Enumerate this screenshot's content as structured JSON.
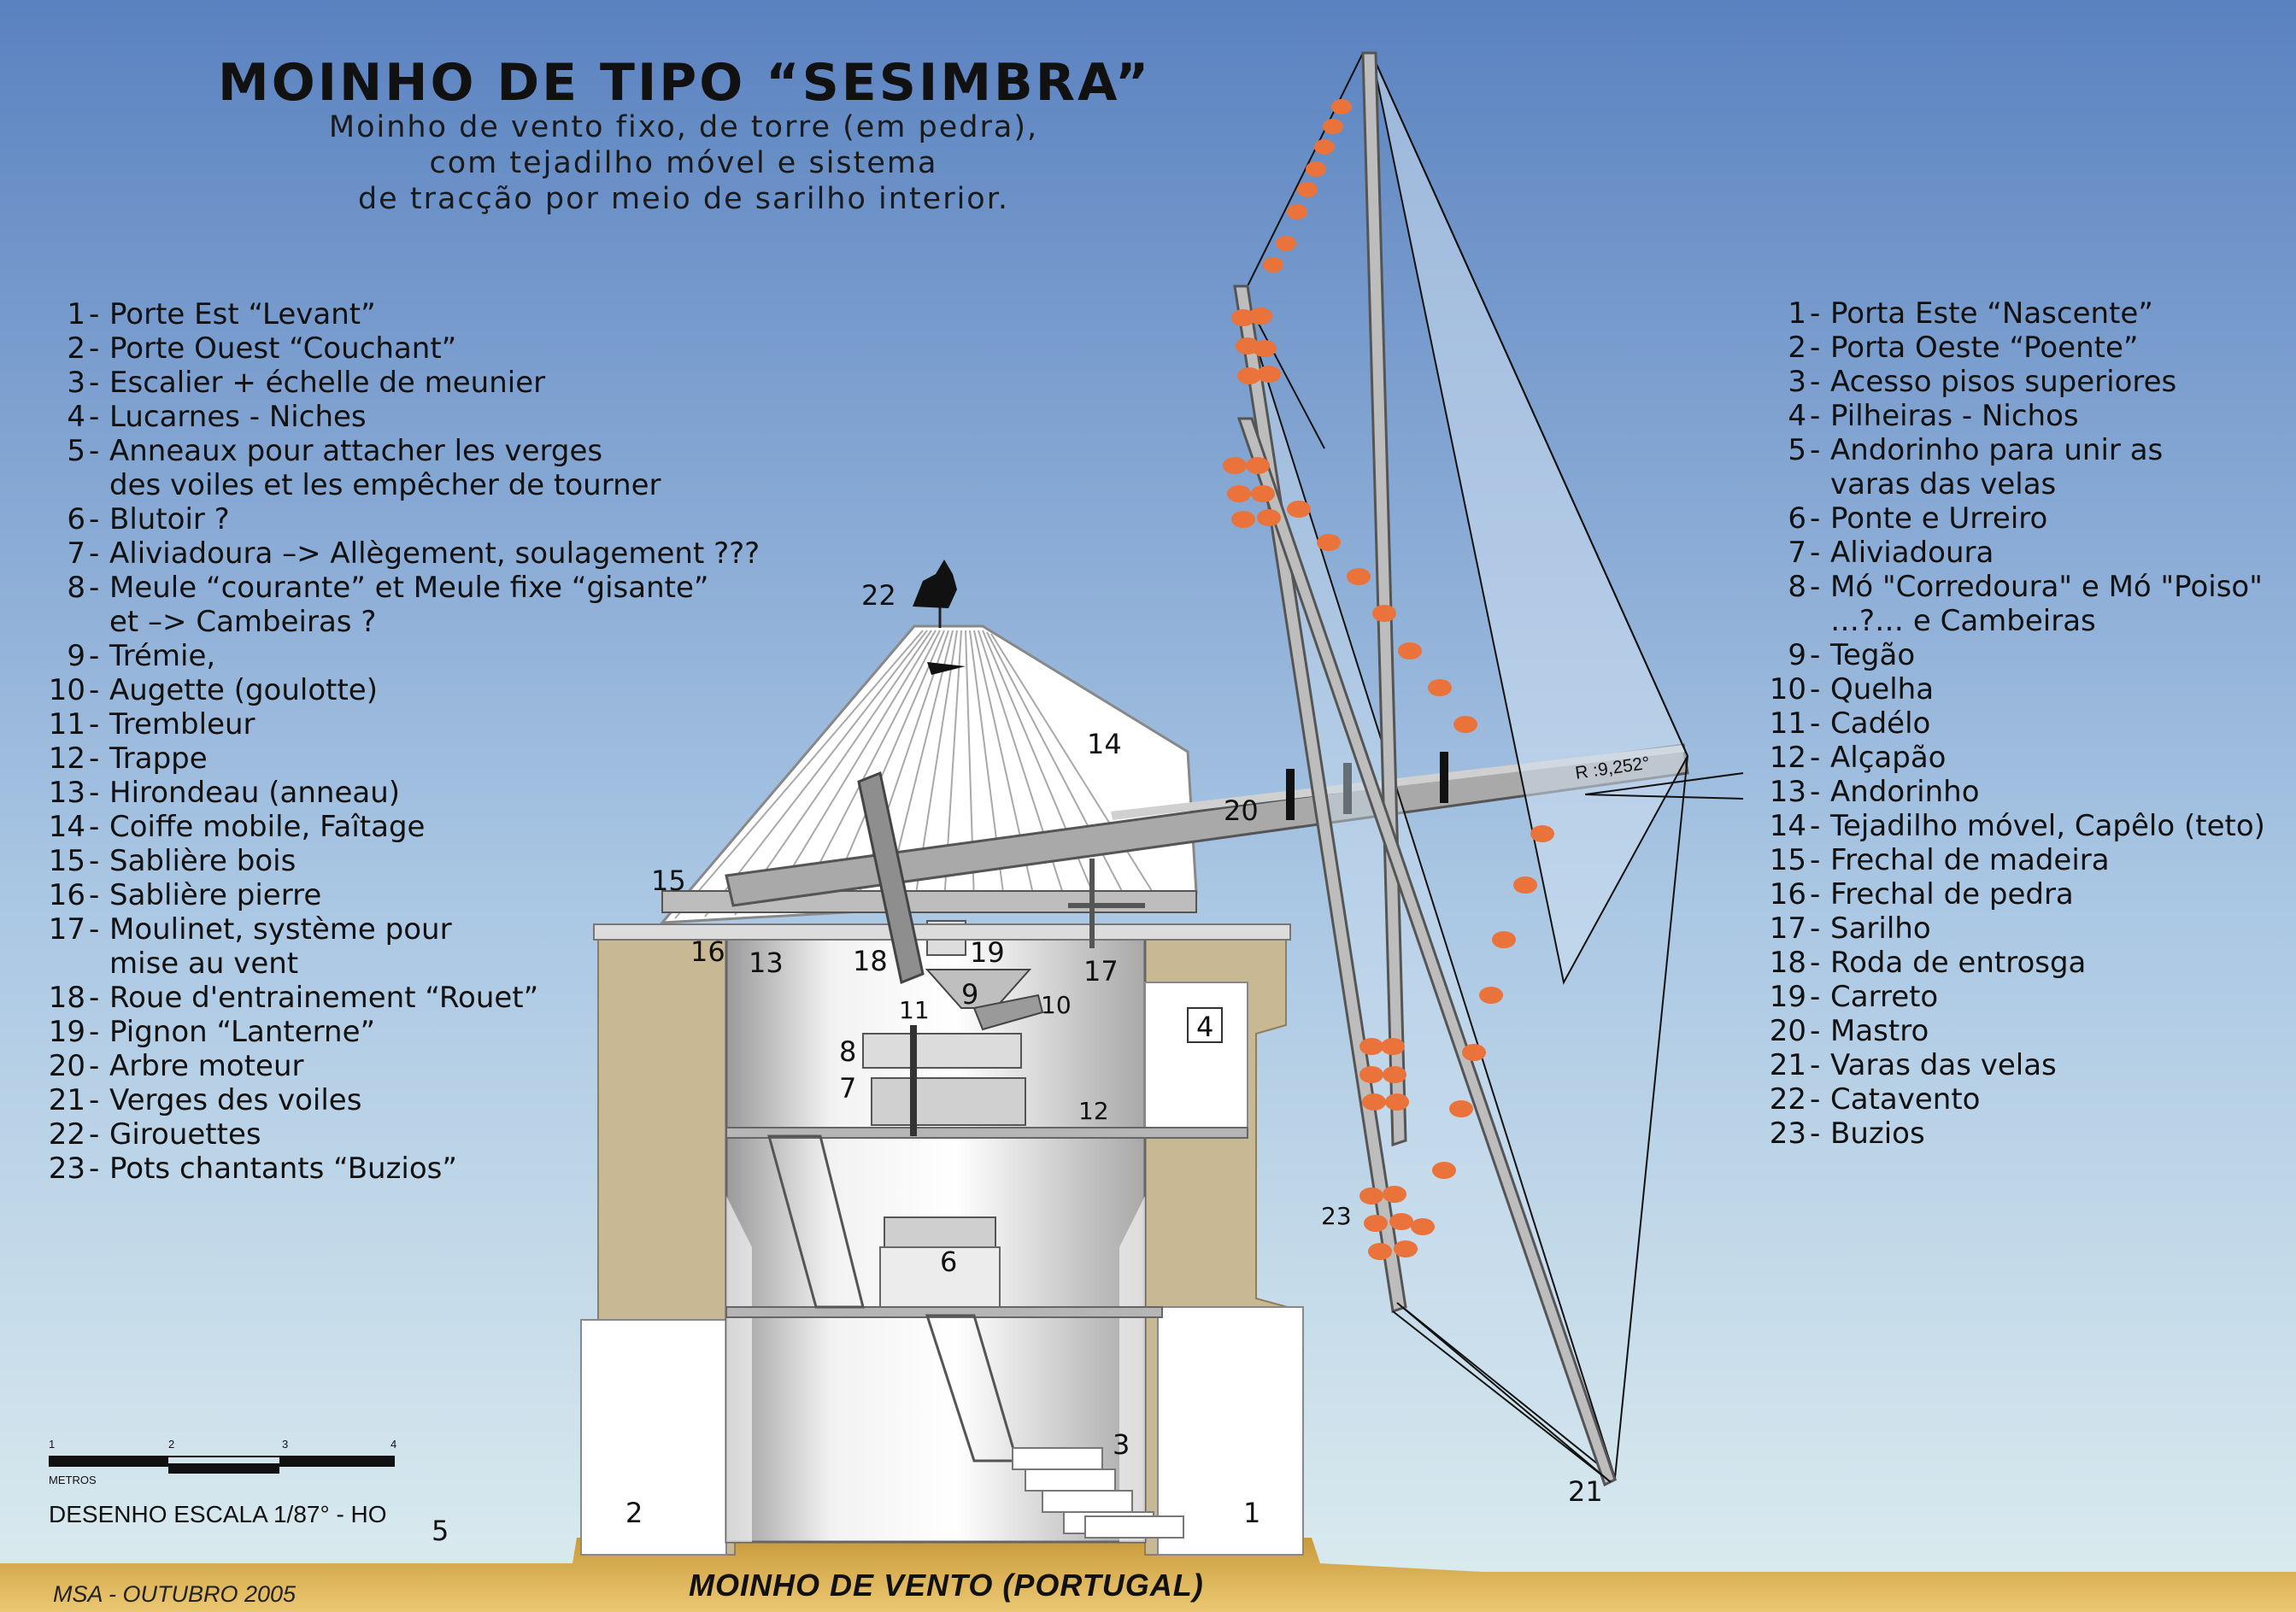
{
  "header": {
    "title": "MOINHO DE TIPO “SESIMBRA”",
    "subtitle_lines": [
      "Moinho de vento fixo, de torre (em pedra),",
      "com tejadilho móvel e sistema",
      "de tracção por meio de sarilho interior."
    ]
  },
  "legend_fr": [
    {
      "num": "1",
      "text": "Porte Est “Levant”"
    },
    {
      "num": "2",
      "text": "Porte Ouest “Couchant”"
    },
    {
      "num": "3",
      "text": "Escalier + échelle de meunier"
    },
    {
      "num": "4",
      "text": "Lucarnes - Niches"
    },
    {
      "num": "5",
      "text": "Anneaux pour attacher les verges"
    },
    {
      "num": "",
      "text": "des voiles et les empêcher de tourner"
    },
    {
      "num": "6",
      "text": "Blutoir ?"
    },
    {
      "num": "7",
      "text": "Aliviadoura –> Allègement, soulagement ???"
    },
    {
      "num": "8",
      "text": "Meule “courante” et Meule fixe “gisante”"
    },
    {
      "num": "",
      "text": "et  –> Cambeiras ?"
    },
    {
      "num": "9",
      "text": "Trémie,"
    },
    {
      "num": "10",
      "text": "Augette (goulotte)"
    },
    {
      "num": "11",
      "text": "Trembleur"
    },
    {
      "num": "12",
      "text": "Trappe"
    },
    {
      "num": "13",
      "text": "Hirondeau (anneau)"
    },
    {
      "num": "14",
      "text": "Coiffe mobile, Faîtage"
    },
    {
      "num": "15",
      "text": "Sablière bois"
    },
    {
      "num": "16",
      "text": "Sablière pierre"
    },
    {
      "num": "17",
      "text": "Moulinet, système pour"
    },
    {
      "num": "",
      "text": "mise au vent"
    },
    {
      "num": "18",
      "text": "Roue d'entrainement “Rouet”"
    },
    {
      "num": "19",
      "text": "Pignon “Lanterne”"
    },
    {
      "num": "20",
      "text": "Arbre moteur"
    },
    {
      "num": "21",
      "text": "Verges des voiles"
    },
    {
      "num": "22",
      "text": "Girouettes"
    },
    {
      "num": "23",
      "text": "Pots chantants “Buzios”"
    }
  ],
  "legend_pt": [
    {
      "num": "1",
      "text": "Porta Este “Nascente”"
    },
    {
      "num": "2",
      "text": "Porta Oeste “Poente”"
    },
    {
      "num": "3",
      "text": "Acesso pisos superiores"
    },
    {
      "num": "4",
      "text": "Pilheiras - Nichos"
    },
    {
      "num": "5",
      "text": "Andorinho para unir as"
    },
    {
      "num": "",
      "text": "varas das velas"
    },
    {
      "num": "6",
      "text": "Ponte e Urreiro"
    },
    {
      "num": "7",
      "text": "Aliviadoura"
    },
    {
      "num": "8",
      "text": "Mó \"Corredoura\" e Mó \"Poiso\""
    },
    {
      "num": "",
      "text": "…?… e Cambeiras"
    },
    {
      "num": "9",
      "text": "Tegão"
    },
    {
      "num": "10",
      "text": "Quelha"
    },
    {
      "num": "11",
      "text": "Cadélo"
    },
    {
      "num": "12",
      "text": "Alçapão"
    },
    {
      "num": "13",
      "text": "Andorinho"
    },
    {
      "num": "14",
      "text": "Tejadilho móvel, Capêlo (teto)"
    },
    {
      "num": "15",
      "text": "Frechal de madeira"
    },
    {
      "num": "16",
      "text": "Frechal de pedra"
    },
    {
      "num": "17",
      "text": "Sarilho"
    },
    {
      "num": "18",
      "text": "Roda de entrosga"
    },
    {
      "num": "19",
      "text": "Carreto"
    },
    {
      "num": "20",
      "text": "Mastro"
    },
    {
      "num": "21",
      "text": "Varas das velas"
    },
    {
      "num": "22",
      "text": "Catavento"
    },
    {
      "num": "23",
      "text": "Buzios"
    }
  ],
  "callouts": {
    "c1": "1",
    "c2": "2",
    "c3": "3",
    "c4": "4",
    "c5": "5",
    "c6": "6",
    "c7": "7",
    "c8": "8",
    "c9": "9",
    "c10": "10",
    "c11": "11",
    "c12": "12",
    "c13": "13",
    "c14": "14",
    "c15": "15",
    "c16": "16",
    "c17": "17",
    "c18": "18",
    "c19": "19",
    "c20": "20",
    "c21": "21",
    "c22": "22",
    "c23": "23"
  },
  "radius_label": "R :9,252°",
  "scale": {
    "ticks": [
      "1",
      "2",
      "3",
      "4"
    ],
    "unit": "METROS",
    "caption": "DESENHO ESCALA 1/87° - HO"
  },
  "footer": {
    "author": "MSA - OUTUBRO 2005",
    "caption": "MOINHO DE VENTO (PORTUGAL)"
  },
  "colors": {
    "sky_top": "#5a82c0",
    "sky_bottom": "#dcecef",
    "stone": "#c8b894",
    "ground": "#d8ac4a",
    "buzios": "#e9733a"
  }
}
